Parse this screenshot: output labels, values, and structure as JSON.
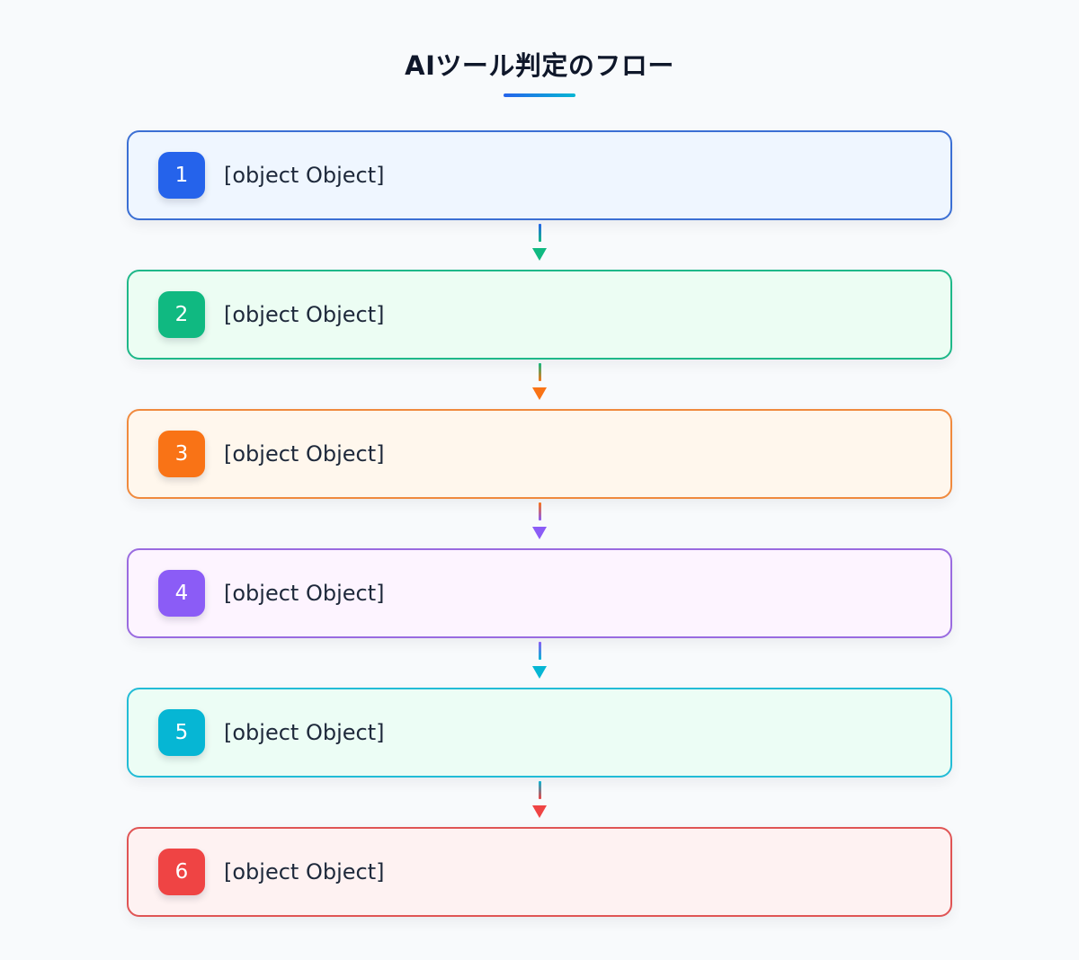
{
  "page": {
    "title": "AIツール判定のフロー"
  },
  "steps": [
    {
      "number": "1",
      "label": "[object Object]",
      "accent": "#2563eb",
      "border": "#3b6fd4",
      "background": "#eff6ff"
    },
    {
      "number": "2",
      "label": "[object Object]",
      "accent": "#10b981",
      "border": "#1fb889",
      "background": "#ecfdf3"
    },
    {
      "number": "3",
      "label": "[object Object]",
      "accent": "#f97316",
      "border": "#f08a3e",
      "background": "#fff7ed"
    },
    {
      "number": "4",
      "label": "[object Object]",
      "accent": "#8b5cf6",
      "border": "#9a6be0",
      "background": "#fdf4ff"
    },
    {
      "number": "5",
      "label": "[object Object]",
      "accent": "#06b6d4",
      "border": "#22bcd6",
      "background": "#ecfdf5"
    },
    {
      "number": "6",
      "label": "[object Object]",
      "accent": "#ef4444",
      "border": "#e05555",
      "background": "#fef2f2"
    }
  ],
  "connectors": [
    {
      "from_color": "#2563eb",
      "to_color": "#10b981"
    },
    {
      "from_color": "#10b981",
      "to_color": "#f97316"
    },
    {
      "from_color": "#f97316",
      "to_color": "#8b5cf6"
    },
    {
      "from_color": "#8b5cf6",
      "to_color": "#06b6d4"
    },
    {
      "from_color": "#06b6d4",
      "to_color": "#ef4444"
    }
  ]
}
